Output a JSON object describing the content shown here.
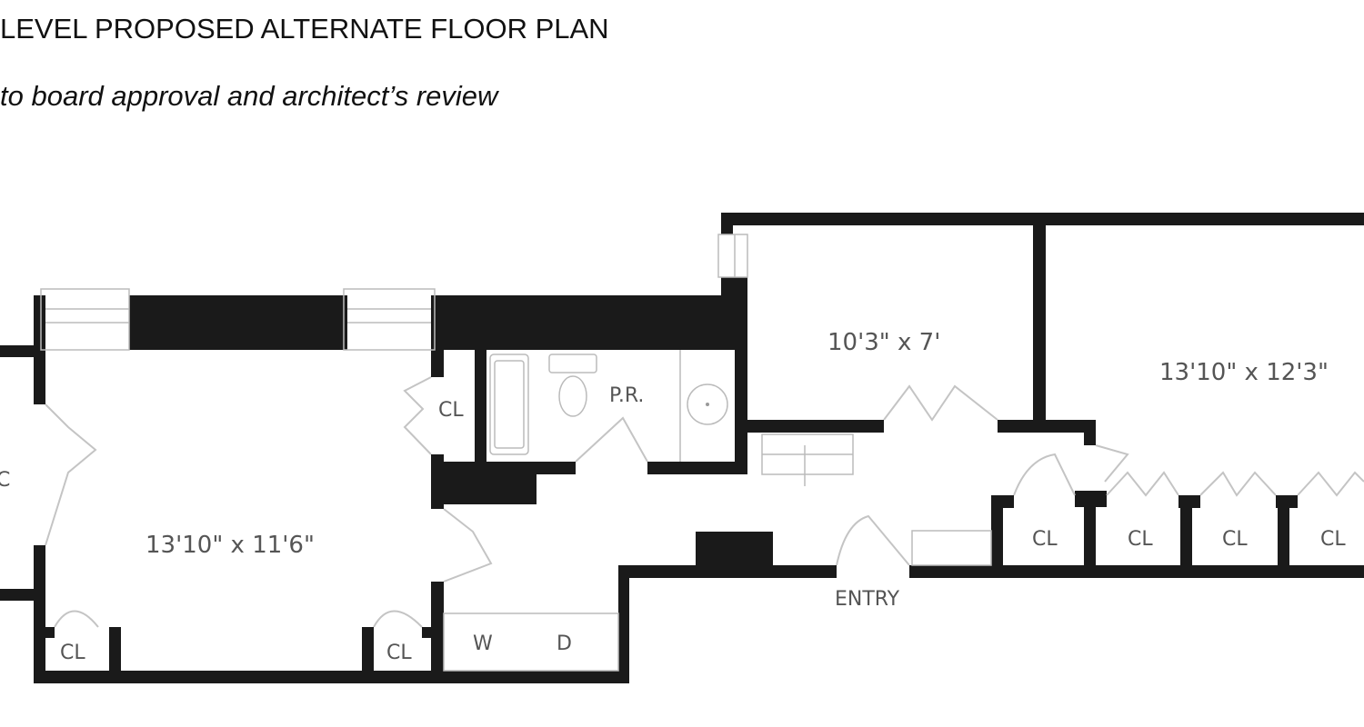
{
  "header": {
    "title": "LEVEL PROPOSED ALTERNATE FLOOR PLAN",
    "subtitle": "to board approval and architect’s review"
  },
  "plan": {
    "rooms": {
      "left_room_dim": "13'10\" x 11'6\"",
      "middle_room_dim": "10'3\" x 7'",
      "right_room_dim": "13'10\" x 12'3\"",
      "powder_room": "P.R.",
      "partial_label": "C",
      "entry": "ENTRY",
      "washer": "W",
      "dryer": "D"
    },
    "closets": [
      "CL",
      "CL",
      "CL",
      "CL",
      "CL",
      "CL",
      "CL"
    ]
  },
  "colors": {
    "wall": "#1a1a1a",
    "label": "#555555",
    "fixture": "#bbbbbb"
  }
}
